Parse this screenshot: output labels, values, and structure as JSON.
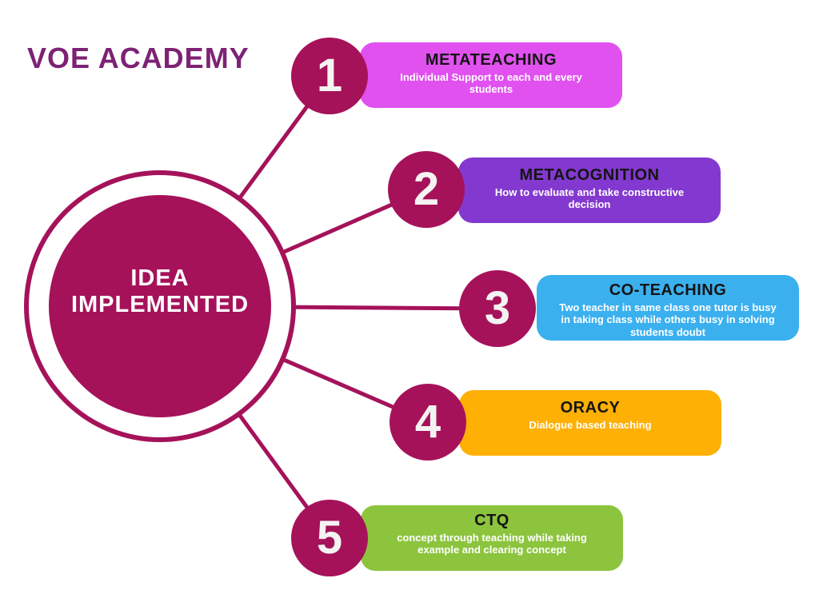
{
  "header": {
    "brand": "VOE ACADEMY"
  },
  "center": {
    "line1": "IDEA",
    "line2": "IMPLEMENTED"
  },
  "items": [
    {
      "number": "1",
      "title": "METATEACHING",
      "description": "Individual Support to each and every students",
      "color": "#e151f0"
    },
    {
      "number": "2",
      "title": "METACOGNITION",
      "description": "How to evaluate and take constructive decision",
      "color": "#8339cf"
    },
    {
      "number": "3",
      "title": "CO-TEACHING",
      "description": "Two teacher in same class one tutor is busy in taking class while others busy in solving students doubt",
      "color": "#3bb0ef"
    },
    {
      "number": "4",
      "title": "ORACY",
      "description": "Dialogue based teaching",
      "color": "#ffb005"
    },
    {
      "number": "5",
      "title": "CTQ",
      "description": "concept through teaching while taking example and clearing concept",
      "color": "#8cc43e"
    }
  ],
  "colors": {
    "accent": "#a5125a",
    "brand_text": "#7d2274",
    "card_title_text": "#141414",
    "card_body_text": "#ffffff",
    "background": "#ffffff"
  }
}
